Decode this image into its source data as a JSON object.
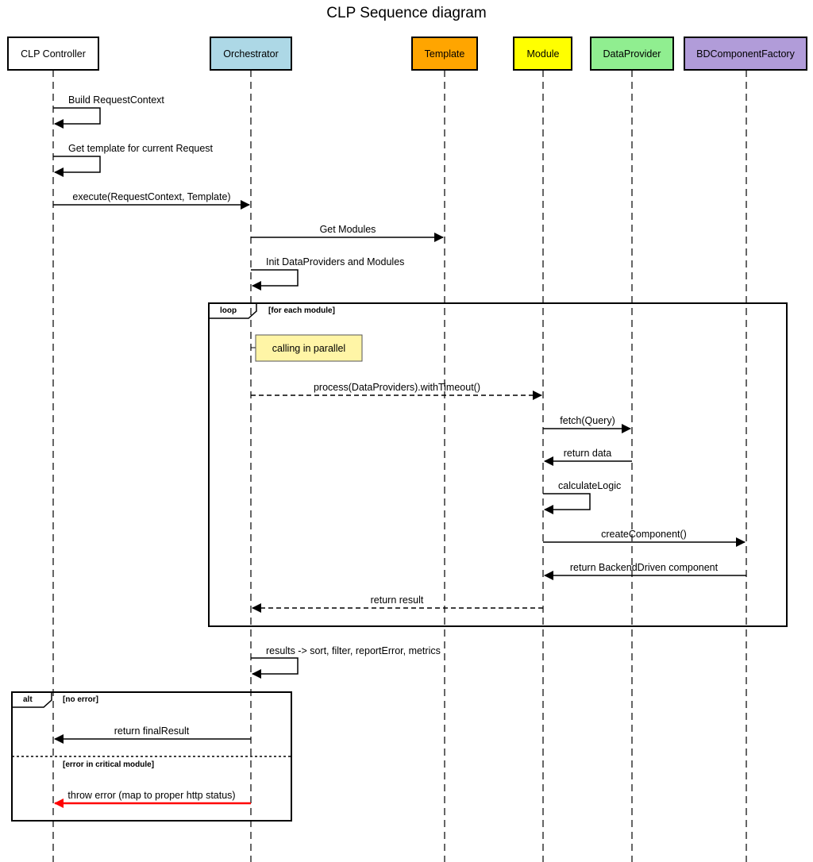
{
  "title": "CLP Sequence diagram",
  "participants": [
    {
      "id": "controller",
      "label": "CLP Controller",
      "color": "#ffffff"
    },
    {
      "id": "orchestrator",
      "label": "Orchestrator",
      "color": "#add8e6"
    },
    {
      "id": "template",
      "label": "Template",
      "color": "#ffa500"
    },
    {
      "id": "module",
      "label": "Module",
      "color": "#ffff00"
    },
    {
      "id": "dataprovider",
      "label": "DataProvider",
      "color": "#90ee90"
    },
    {
      "id": "factory",
      "label": "BDComponentFactory",
      "color": "#b19cd9"
    }
  ],
  "messages": [
    {
      "from": "controller",
      "to": "controller",
      "label": "Build RequestContext",
      "style": "solid"
    },
    {
      "from": "controller",
      "to": "controller",
      "label": "Get template for current Request",
      "style": "solid"
    },
    {
      "from": "controller",
      "to": "orchestrator",
      "label": "execute(RequestContext, Template)",
      "style": "solid"
    },
    {
      "from": "orchestrator",
      "to": "template",
      "label": "Get Modules",
      "style": "solid"
    },
    {
      "from": "orchestrator",
      "to": "orchestrator",
      "label": "Init DataProviders and Modules",
      "style": "solid"
    },
    {
      "from": "orchestrator",
      "to": "module",
      "label": "process(DataProviders).withTimeout()",
      "style": "dashed"
    },
    {
      "from": "module",
      "to": "dataprovider",
      "label": "fetch(Query)",
      "style": "solid"
    },
    {
      "from": "dataprovider",
      "to": "module",
      "label": "return data",
      "style": "solid"
    },
    {
      "from": "module",
      "to": "module",
      "label": "calculateLogic",
      "style": "solid"
    },
    {
      "from": "module",
      "to": "factory",
      "label": "createComponent()",
      "style": "solid"
    },
    {
      "from": "factory",
      "to": "module",
      "label": "return BackendDriven component",
      "style": "solid"
    },
    {
      "from": "module",
      "to": "orchestrator",
      "label": "return result",
      "style": "dashed"
    },
    {
      "from": "orchestrator",
      "to": "orchestrator",
      "label": "results -> sort, filter, reportError, metrics",
      "style": "solid"
    },
    {
      "from": "orchestrator",
      "to": "controller",
      "label": "return finalResult",
      "style": "solid"
    },
    {
      "from": "orchestrator",
      "to": "controller",
      "label": "throw error (map to proper http status)",
      "style": "solid",
      "color": "#ff0000"
    }
  ],
  "note": {
    "label": "calling in parallel",
    "color": "#fff5a6"
  },
  "fragments": [
    {
      "kind": "loop",
      "guard": "[for each module]"
    },
    {
      "kind": "alt",
      "guard": "[no error]",
      "else_guard": "[error in critical module]"
    }
  ]
}
